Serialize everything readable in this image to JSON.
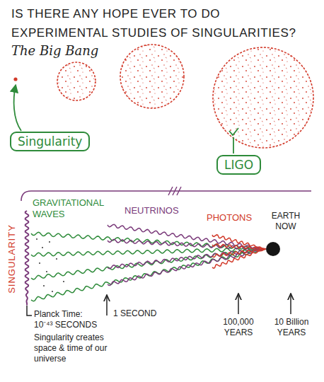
{
  "diagram": {
    "title": "IS THERE ANY HOPE EVER TO DO EXPERIMENTAL STUDIES OF SINGULARITIES?",
    "nodes": [
      {
        "text": [
          "Singularity"
        ]
      },
      {
        "text": [
          "LIGO"
        ]
      }
    ],
    "labels": [
      "The Big Bang",
      "GRAVITATIONAL WAVES",
      "NEUTRINOS",
      "PHOTONS",
      "EARTH NOW",
      "SINGULARITY",
      "Planck Time: 10⁻⁴³ SECONDS",
      "Singularity creates space & time of our universe",
      "1 SECOND",
      "100,000 YEARS",
      "10 Billion YEARS"
    ]
  }
}
